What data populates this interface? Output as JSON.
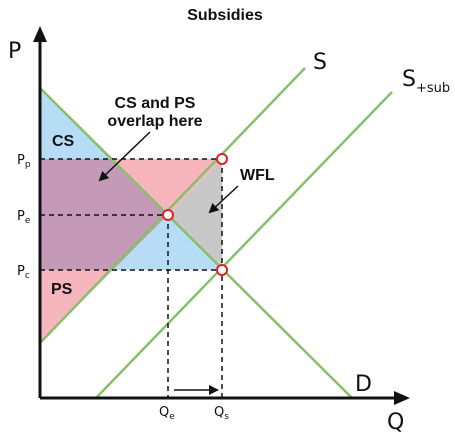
{
  "title": "Subsidies",
  "axes": {
    "y_label": "P",
    "x_label": "Q"
  },
  "curves": {
    "supply": "S",
    "supply_subsidy_main": "S",
    "supply_subsidy_sub": "+sub",
    "demand": "D"
  },
  "price_ticks": [
    {
      "main": "P",
      "sub": "p"
    },
    {
      "main": "P",
      "sub": "e"
    },
    {
      "main": "P",
      "sub": "c"
    }
  ],
  "quantity_ticks": [
    {
      "main": "Q",
      "sub": "e"
    },
    {
      "main": "Q",
      "sub": "s"
    }
  ],
  "areas": {
    "cs": "CS",
    "ps": "PS",
    "wfl": "WFL"
  },
  "annotation": {
    "line1": "CS and PS",
    "line2": "overlap here"
  },
  "colors": {
    "curve_green": "#86c06a",
    "consumer_surplus_blue": "#b7dcf5",
    "producer_surplus_pink": "#f7b6bd",
    "overlap_purple": "#c49ab8",
    "deadweight_gray": "#c8c8c8",
    "equilibrium_marker": "#e0202a"
  }
}
